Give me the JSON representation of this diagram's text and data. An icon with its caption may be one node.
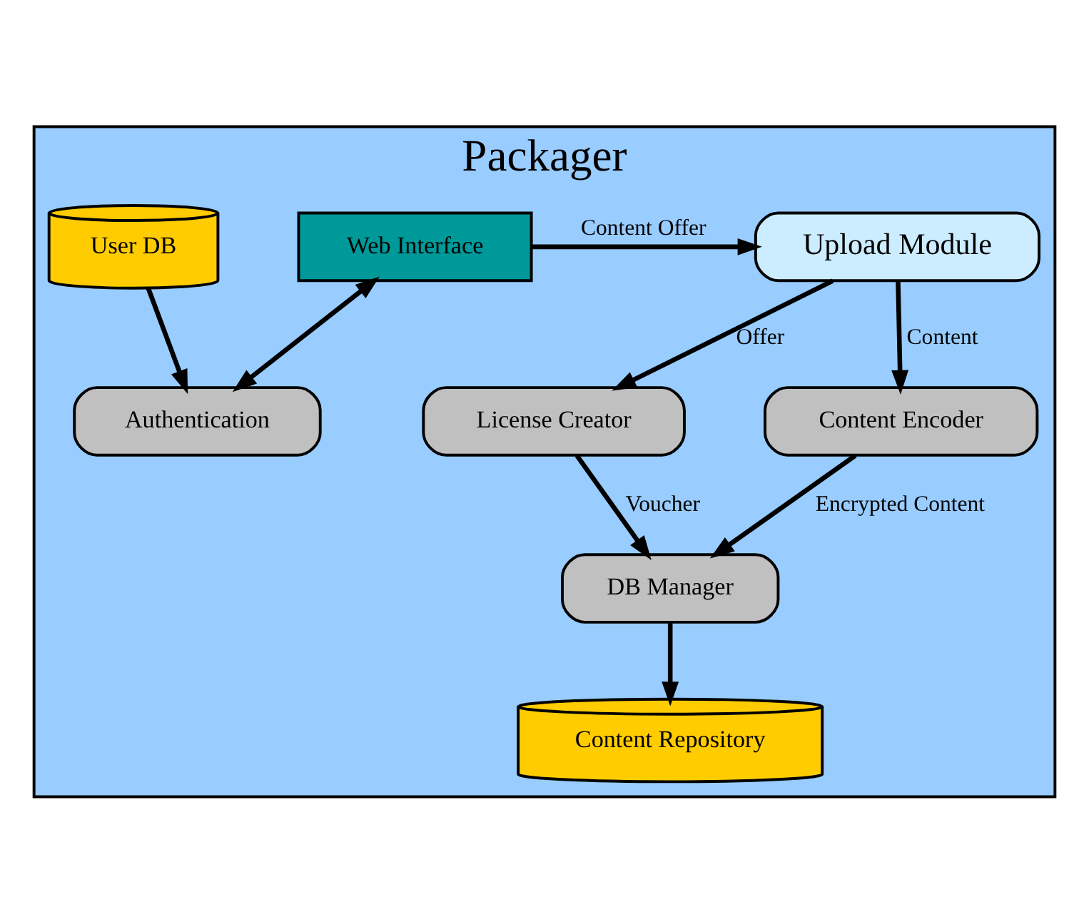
{
  "diagram": {
    "nodes": [
      {
        "text": [
          "Packager"
        ]
      },
      {
        "text": [
          "Web Interface"
        ],
        "in": 0
      },
      {
        "text": [
          "Authentication"
        ],
        "in": 0
      },
      {
        "text": [
          "User DB"
        ],
        "in": 0
      },
      {
        "text": [
          "Upload Module"
        ],
        "in": 0
      },
      {
        "text": [
          "License Creator"
        ],
        "in": 0
      },
      {
        "text": [
          "Content Encoder"
        ],
        "in": 0
      },
      {
        "text": [
          "DB Manager"
        ],
        "in": 0
      },
      {
        "text": [
          "Content Repository"
        ],
        "in": 0
      }
    ],
    "edges": [
      {
        "from": 1,
        "to": 4,
        "arrow": "to",
        "label": "Content Offer"
      },
      {
        "from": 1,
        "to": 2,
        "arrow": "both"
      },
      {
        "from": 3,
        "to": 2,
        "arrow": "to"
      },
      {
        "from": 4,
        "to": 5,
        "arrow": "to",
        "label": "Offer"
      },
      {
        "from": 4,
        "to": 6,
        "arrow": "to",
        "label": "Content"
      },
      {
        "from": 5,
        "to": 7,
        "arrow": "to",
        "label": "Voucher"
      },
      {
        "from": 6,
        "to": 7,
        "arrow": "to",
        "label": "Encrypted Content"
      },
      {
        "from": 7,
        "to": 8,
        "arrow": "to"
      }
    ]
  }
}
